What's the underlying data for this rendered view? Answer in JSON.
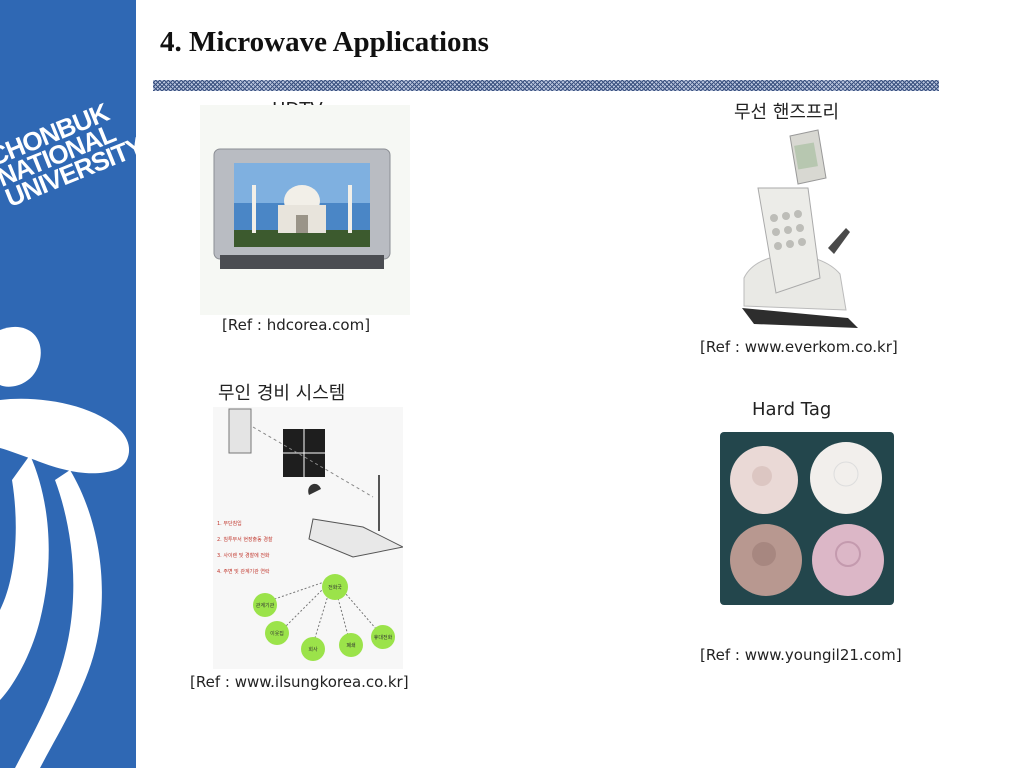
{
  "slide": {
    "title": "4. Microwave Applications",
    "logo_lines": [
      "CHONBUK",
      "NATIONAL",
      "UNIVERSITY"
    ]
  },
  "items": [
    {
      "label": "HDTV",
      "ref": "[Ref : hdcorea.com]"
    },
    {
      "label": "무선 핸즈프리",
      "ref": "[Ref : www.everkom.co.kr]"
    },
    {
      "label": "무인 경비 시스템",
      "ref": "[Ref : www.ilsungkorea.co.kr]"
    },
    {
      "label": "Hard Tag",
      "ref": "[Ref : www.youngil21.com]"
    }
  ],
  "security_diagram": {
    "steps": [
      "1. 무단침입",
      "2. 침투부서 현장출동 경찰",
      "3. 사이렌 및 경찰에 전화",
      "4. 주변 및 관계기관 연락"
    ],
    "nodes": [
      "전화국",
      "관계기관",
      "이웃집",
      "회사",
      "폐쇄",
      "휴대전화"
    ]
  },
  "colors": {
    "sidebar": "#2f68b4",
    "rule": "#39507f",
    "node": "#9be34a"
  }
}
